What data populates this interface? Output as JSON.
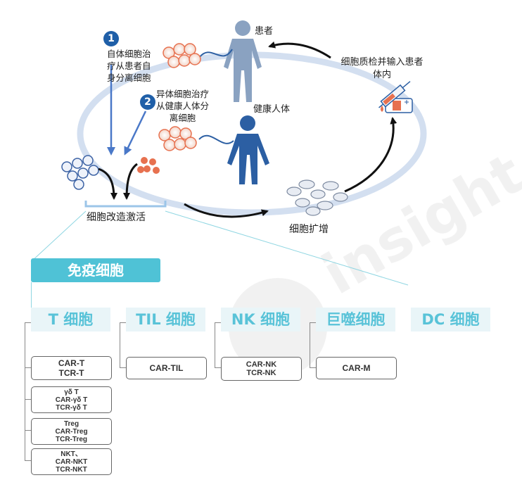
{
  "diagram": {
    "top_labels": {
      "patient": "患者",
      "healthy": "健康人体",
      "qc": "细胞质检并输入患者\n体内",
      "modify": "细胞改造激活",
      "expand": "细胞扩增"
    },
    "steps": [
      {
        "number": "1",
        "text": "自体细胞治\n疗从患者自\n身分离细胞"
      },
      {
        "number": "2",
        "text": "异体细胞治疗\n从健康人体分\n离细胞"
      }
    ],
    "watermark": "insight"
  },
  "immune": {
    "title": "免疫细胞",
    "categories": [
      {
        "name": "T 细胞",
        "items": [
          [
            "CAR-T",
            "TCR-T"
          ],
          [
            "γδ T",
            "CAR-γδ T",
            "TCR-γδ T"
          ],
          [
            "Treg",
            "CAR-Treg",
            "TCR-Treg"
          ],
          [
            "NKT、",
            "CAR-NKT",
            "TCR-NKT"
          ]
        ]
      },
      {
        "name": "TIL 细胞",
        "items": [
          [
            "CAR-TIL"
          ]
        ]
      },
      {
        "name": "NK 细胞",
        "items": [
          [
            "CAR-NK",
            "TCR-NK"
          ]
        ]
      },
      {
        "name": "巨噬细胞",
        "items": [
          [
            "CAR-M"
          ]
        ]
      },
      {
        "name": "DC 细胞",
        "items": []
      }
    ]
  },
  "colors": {
    "accent": "#4fc2d6",
    "header_bg": "#e9f5f8",
    "badge": "#1f5fa8",
    "body_blue": "#2c5fa3",
    "cell_orange": "#e7714f"
  }
}
